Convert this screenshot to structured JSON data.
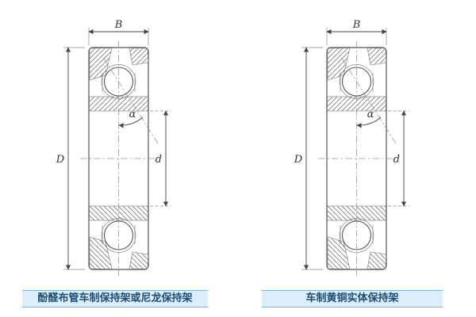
{
  "diagrams": [
    {
      "caption": "酚醛布管车制保持架或尼龙保持架",
      "labels": {
        "width": "B",
        "outer_diameter": "D",
        "bore_diameter": "d",
        "contact_angle": "α"
      }
    },
    {
      "caption": "车制黄铜实体保持架",
      "labels": {
        "width": "B",
        "outer_diameter": "D",
        "bore_diameter": "d",
        "contact_angle": "α"
      }
    }
  ],
  "colors": {
    "caption_bg": "#dceefb",
    "caption_border": "#7fb5d6",
    "caption_text": "#1b4e77",
    "line": "#555555",
    "dim": "#444444"
  }
}
